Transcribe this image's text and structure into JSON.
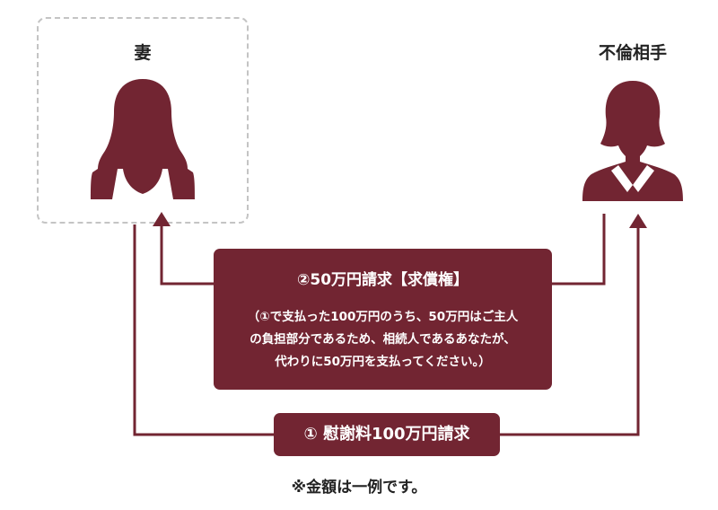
{
  "parties": {
    "wife_label": "妻",
    "partner_label": "不倫相手"
  },
  "claims": {
    "second": {
      "title": "②50万円請求【求償権】",
      "note_lines": [
        "（①で支払った100万円のうち、50万円はご主人",
        "の負担部分であるため、相続人であるあなたが、",
        "代わりに50万円を支払ってください。）"
      ]
    },
    "first": {
      "title": "① 慰謝料100万円請求"
    }
  },
  "footnote": "※金額は一例です。",
  "icons": [
    "woman-silhouette-icon",
    "businesswoman-silhouette-icon"
  ],
  "colors": {
    "accent": "#722532",
    "dashed_border": "#c4c4c4"
  }
}
